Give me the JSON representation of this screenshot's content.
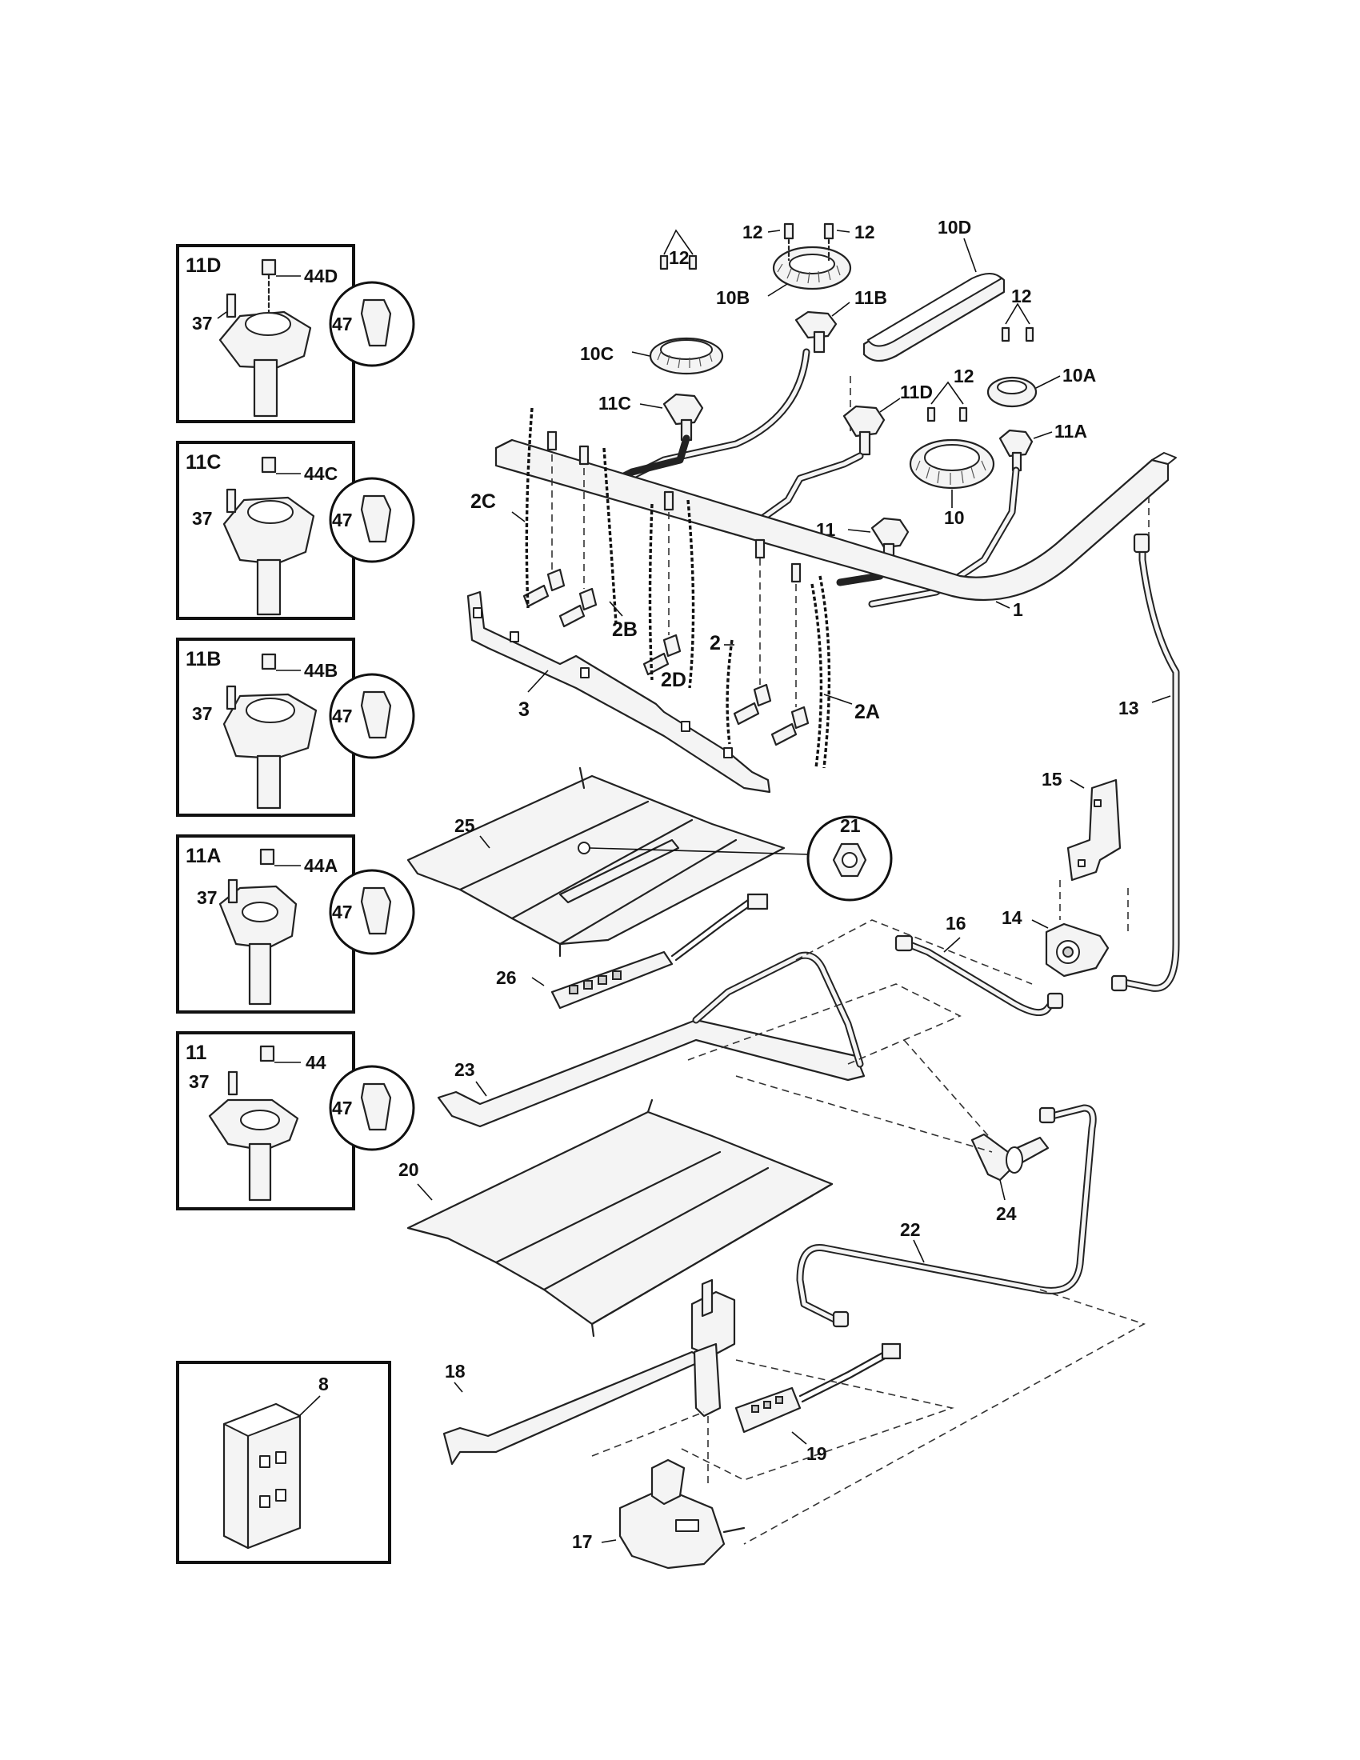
{
  "labels": {
    "l1": "1",
    "l2": "2",
    "l2a": "2A",
    "l2b": "2B",
    "l2c": "2C",
    "l2d": "2D",
    "l3": "3",
    "l8": "8",
    "l10": "10",
    "l10a": "10A",
    "l10b": "10B",
    "l10c": "10C",
    "l10d": "10D",
    "l11": "11",
    "l11a": "11A",
    "l11b": "11B",
    "l11c": "11C",
    "l11d": "11D",
    "l12": "12",
    "l13": "13",
    "l14": "14",
    "l15": "15",
    "l16": "16",
    "l17": "17",
    "l18": "18",
    "l19": "19",
    "l20": "20",
    "l21": "21",
    "l22": "22",
    "l23": "23",
    "l24": "24",
    "l25": "25",
    "l26": "26",
    "l37": "37",
    "l44": "44",
    "l44a": "44A",
    "l44b": "44B",
    "l44c": "44C",
    "l44d": "44D",
    "l47": "47"
  }
}
